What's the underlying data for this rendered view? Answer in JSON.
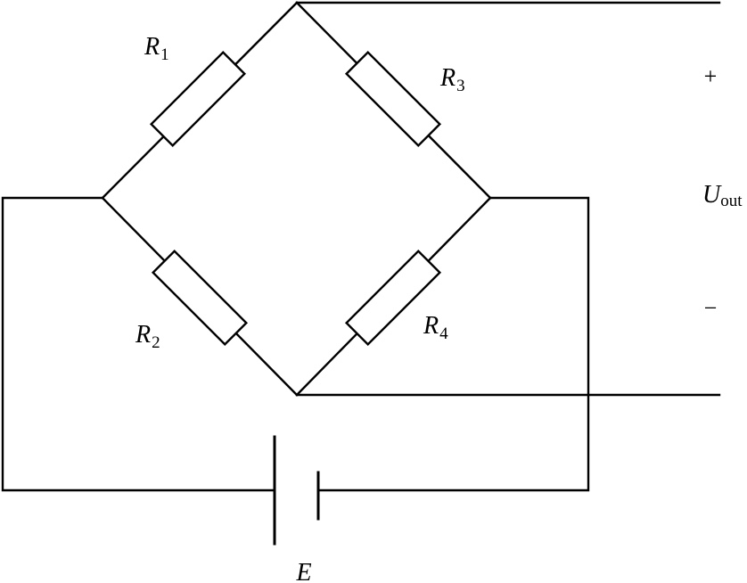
{
  "labels": {
    "r1": {
      "main": "R",
      "sub": "1"
    },
    "r2": {
      "main": "R",
      "sub": "2"
    },
    "r3": {
      "main": "R",
      "sub": "3"
    },
    "r4": {
      "main": "R",
      "sub": "4"
    },
    "uout": {
      "main": "U",
      "sub": "out"
    },
    "plus": "+",
    "minus": "−",
    "e": "E"
  }
}
